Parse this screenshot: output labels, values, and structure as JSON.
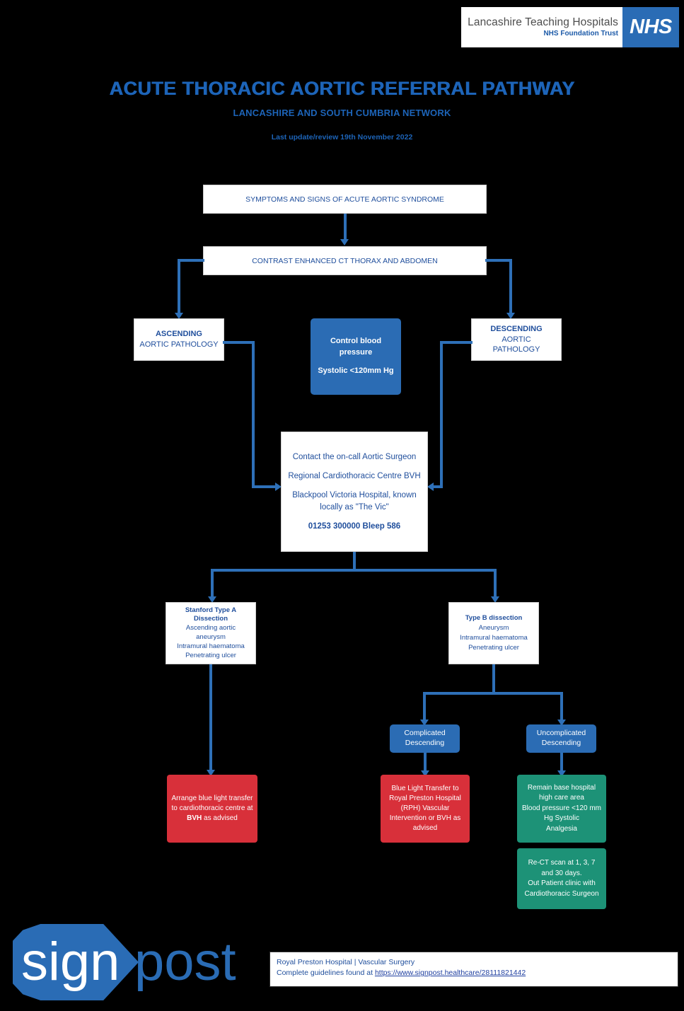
{
  "nhs_logo": {
    "line1": "Lancashire Teaching Hospitals",
    "line2": "NHS Foundation Trust",
    "badge": "NHS",
    "badge_color": "#2a6cb5"
  },
  "header": {
    "title": "ACUTE THORACIC AORTIC REFERRAL PATHWAY",
    "subtitle": "LANCASHIRE AND SOUTH CUMBRIA NETWORK",
    "date_line": "Last update/review 19th November 2022",
    "title_color": "#1d64b8"
  },
  "flow": {
    "symptoms": "SYMPTOMS AND SIGNS OF ACUTE AORTIC SYNDROME",
    "ct_scan": "CONTRAST ENHANCED CT THORAX AND ABDOMEN",
    "ascending": {
      "bold": "ASCENDING",
      "rest": "AORTIC PATHOLOGY"
    },
    "descending": {
      "bold": "DESCENDING",
      "rest": "AORTIC",
      "rest2": "PATHOLOGY"
    },
    "bp_control": {
      "line1": "Control blood pressure",
      "line2": "Systolic <120mm Hg"
    },
    "contact": {
      "line1": "Contact the on-call Aortic Surgeon",
      "line2": "Regional Cardiothoracic Centre BVH",
      "line3": "Blackpool Victoria Hospital, known",
      "line4": "locally as \"The Vic\"",
      "phone": "01253 300000 Bleep 586"
    },
    "type_a": {
      "title1": "Stanford Type A",
      "title2": "Dissection",
      "items": [
        "Ascending aortic",
        "aneurysm",
        "Intramural haematoma",
        "Penetrating ulcer"
      ]
    },
    "type_b": {
      "title": "Type B dissection",
      "items": [
        "Aneurysm",
        "Intramural haematoma",
        "Penetrating ulcer"
      ]
    },
    "complicated": {
      "line1": "Complicated",
      "line2": "Descending"
    },
    "uncomplicated": {
      "line1": "Uncomplicated",
      "line2": "Descending"
    },
    "action_a": {
      "pre": "Arrange blue light transfer to cardiothoracic centre at ",
      "bold": "BVH",
      "post": " as advised"
    },
    "action_complicated": "Blue Light Transfer  to Royal Preston Hospital (RPH) Vascular Intervention or BVH as advised",
    "action_uncomplicated_1": [
      "Remain base hospital",
      "high care area",
      "Blood pressure <120 mm",
      "Hg Systolic",
      "Analgesia"
    ],
    "action_uncomplicated_2": [
      "Re-CT scan at 1, 3, 7",
      "and 30 days.",
      "Out Patient clinic with",
      "Cardiothoracic Surgeon"
    ]
  },
  "colors": {
    "blue_box": "#2b6cb4",
    "red_box": "#d8303a",
    "green_box": "#1d9277",
    "connector": "#2e70b8",
    "text_blue": "#1f4e9c"
  },
  "footer": {
    "logo_part1": "sign",
    "logo_part2": "post",
    "credit_line1": "Royal Preston Hospital | Vascular Surgery",
    "credit_prefix": "Complete guidelines found at ",
    "credit_url": "https://www.signpost.healthcare/28111821442 "
  }
}
